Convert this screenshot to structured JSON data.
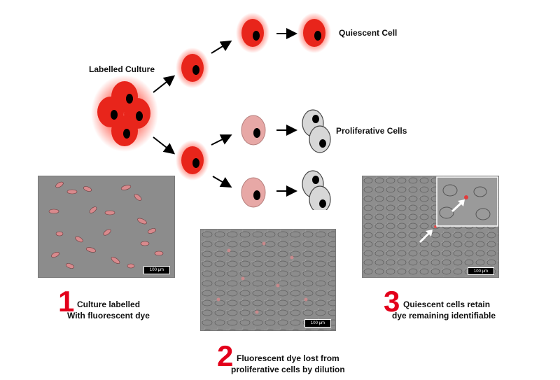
{
  "labels": {
    "labelled_culture": "Labelled Culture",
    "quiescent_cell": "Quiescent Cell",
    "proliferative_cells": "Proliferative Cells"
  },
  "steps": [
    {
      "number": "1",
      "line1": "Culture labelled",
      "line2": "With fluorescent dye"
    },
    {
      "number": "2",
      "line1": "Fluorescent dye lost from",
      "line2": "proliferative cells by dilution"
    },
    {
      "number": "3",
      "line1": "Quiescent cells retain",
      "line2": "dye remaining identifiable"
    }
  ],
  "micrographs": {
    "scale_bar_label": "100 μm"
  },
  "colors": {
    "labelled_cell": "#e8251b",
    "diluted_cell": "#e7a8a6",
    "unlabelled_cell": "#d7d7d7",
    "step_number": "#e3001b"
  }
}
